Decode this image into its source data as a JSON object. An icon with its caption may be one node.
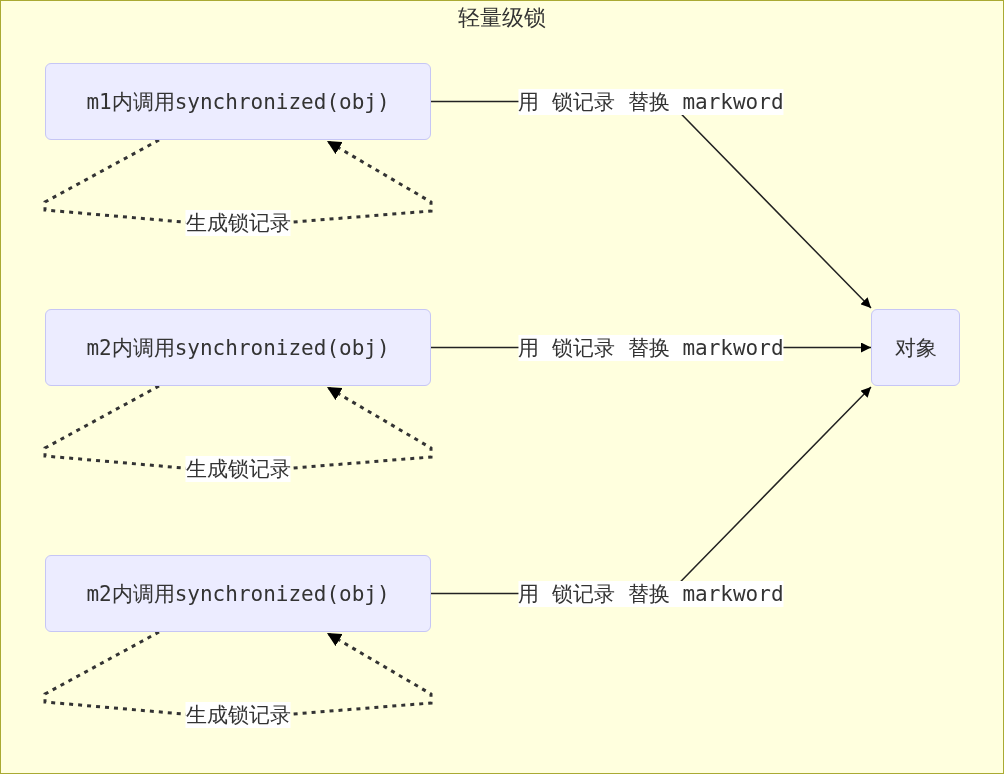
{
  "diagram": {
    "nodes": [
      {
        "text": [
          "轻量级锁"
        ]
      },
      {
        "text": [
          "m1内调用synchronized(obj)"
        ],
        "in": 0
      },
      {
        "text": [
          "m2内调用synchronized(obj)"
        ],
        "in": 0
      },
      {
        "text": [
          "m2内调用synchronized(obj)"
        ],
        "in": 0
      },
      {
        "text": [
          "对象"
        ],
        "in": 0
      }
    ],
    "edges": [
      {
        "from": 1,
        "to": 4,
        "arrow": "to",
        "label": "用 锁记录 替换 markword"
      },
      {
        "from": 1,
        "to": 1,
        "arrow": "to",
        "label": "生成锁记录",
        "style": "dashed"
      },
      {
        "from": 2,
        "to": 4,
        "arrow": "to",
        "label": "用 锁记录 替换 markword"
      },
      {
        "from": 2,
        "to": 2,
        "arrow": "to",
        "label": "生成锁记录",
        "style": "dashed"
      },
      {
        "from": 3,
        "to": 4,
        "arrow": "to",
        "label": "用 锁记录 替换 markword"
      },
      {
        "from": 3,
        "to": 3,
        "arrow": "to",
        "label": "生成锁记录",
        "style": "dashed"
      }
    ]
  }
}
